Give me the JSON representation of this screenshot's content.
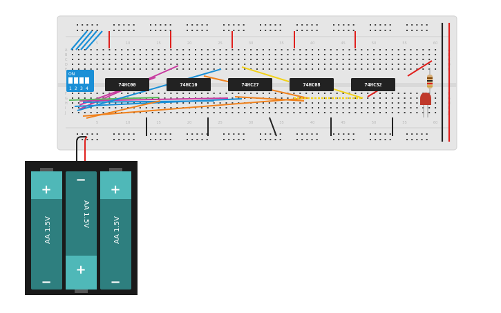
{
  "breadboard": {
    "column_numbers": [
      "5",
      "10",
      "15",
      "20",
      "25",
      "30",
      "35",
      "40",
      "45",
      "50",
      "55",
      "60"
    ],
    "row_letters_top": [
      "A",
      "B",
      "C",
      "D",
      "E"
    ],
    "row_letters_bottom": [
      "F",
      "G",
      "H",
      "I",
      "J"
    ]
  },
  "dip_switch": {
    "on_label": "ON",
    "switch_numbers": [
      "1",
      "2",
      "3",
      "4"
    ]
  },
  "chips": [
    {
      "label": "74HC00"
    },
    {
      "label": "74HC10"
    },
    {
      "label": "74HC27"
    },
    {
      "label": "74HC08"
    },
    {
      "label": "74HC32"
    }
  ],
  "battery_pack": {
    "cells": [
      {
        "label": "AA 1.5V",
        "top_sign": "+",
        "bottom_sign": "−"
      },
      {
        "label": "AA 1.5V",
        "top_sign": "−",
        "bottom_sign": "+"
      },
      {
        "label": "AA 1.5V",
        "top_sign": "+",
        "bottom_sign": "−"
      }
    ]
  },
  "colors": {
    "board": "#e8e8e8",
    "chip": "#222222",
    "dip_switch": "#1a8fd6",
    "battery_cell": "#2e7f7f",
    "battery_cell_light": "#4fb8b8",
    "led": "#c0392b",
    "wire_red": "#e0201d",
    "wire_black": "#222222",
    "wire_blue": "#1a8fd6",
    "wire_green": "#5cb85c",
    "wire_magenta": "#c83ba0",
    "wire_orange": "#f0821e",
    "wire_yellow": "#f2d21b"
  }
}
